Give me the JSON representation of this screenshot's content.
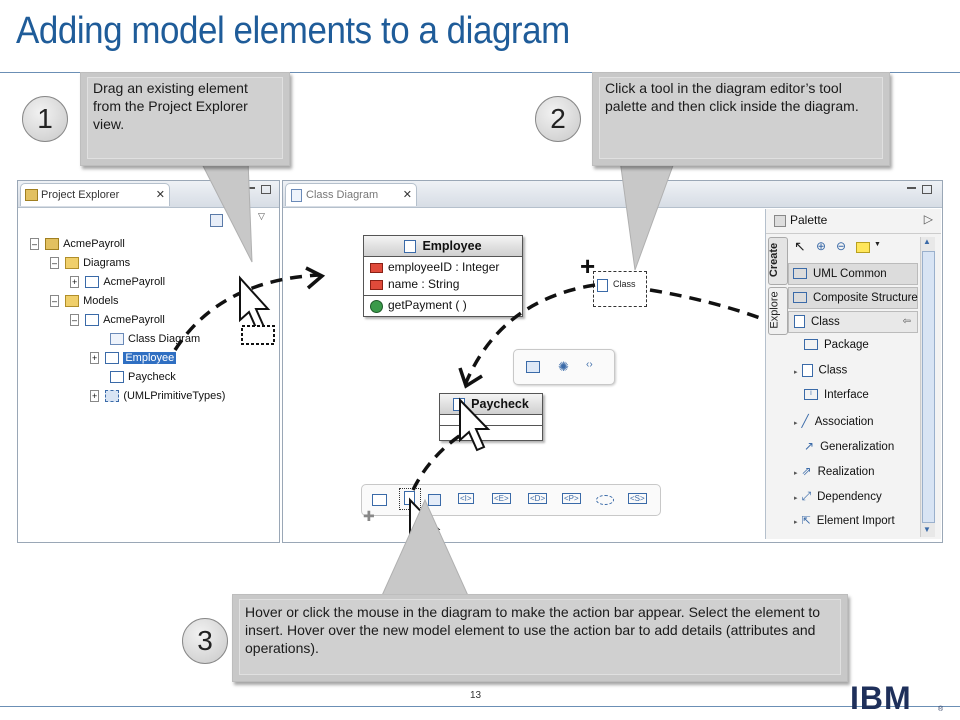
{
  "slide": {
    "title": "Adding model elements to a diagram",
    "page_number": "13",
    "logo_text": "IBM",
    "logo_mark": "®"
  },
  "steps": [
    {
      "number": "1",
      "text": "Drag an existing element from the Project Explorer view."
    },
    {
      "number": "2",
      "text": "Click a tool in the diagram editor’s tool palette and then click inside the diagram."
    },
    {
      "number": "3",
      "text": "Hover or click the mouse in the diagram to make the action bar appear. Select the element to insert. Hover over the new model element to use the action bar to add details (attributes and operations)."
    }
  ],
  "project_explorer": {
    "tab_label": "Project Explorer",
    "tree": [
      {
        "label": "AcmePayroll",
        "icon": "project-icon"
      },
      {
        "label": "Diagrams",
        "icon": "folder-icon"
      },
      {
        "label": "AcmePayroll",
        "icon": "package-icon"
      },
      {
        "label": "Models",
        "icon": "folder-icon"
      },
      {
        "label": "AcmePayroll",
        "icon": "package-icon"
      },
      {
        "label": "Class Diagram",
        "icon": "diagram-icon"
      },
      {
        "label": "Employee",
        "icon": "class-icon",
        "selected": true
      },
      {
        "label": "Paycheck",
        "icon": "class-icon"
      },
      {
        "label": "(UMLPrimitiveTypes)",
        "icon": "model-library-icon"
      }
    ]
  },
  "diagram_editor": {
    "tab_label": "Class Diagram",
    "employee_class": {
      "name": "Employee",
      "attributes": [
        "employeeID : Integer",
        "name : String"
      ],
      "operations": [
        "getPayment ( )"
      ]
    },
    "paycheck_class": {
      "name": "Paycheck"
    },
    "new_class_label": "Class"
  },
  "palette": {
    "title": "Palette",
    "side_tabs": [
      "Create",
      "Explore"
    ],
    "drawers": [
      "UML Common",
      "Composite Structure",
      "Class"
    ],
    "items": [
      "Package",
      "Class",
      "Interface",
      "Association",
      "Generalization",
      "Realization",
      "Dependency",
      "Element Import"
    ]
  },
  "colors": {
    "title_blue": "#1f5c99",
    "callout_gray": "#c8c8c8",
    "selection_blue": "#2f6fc2"
  }
}
